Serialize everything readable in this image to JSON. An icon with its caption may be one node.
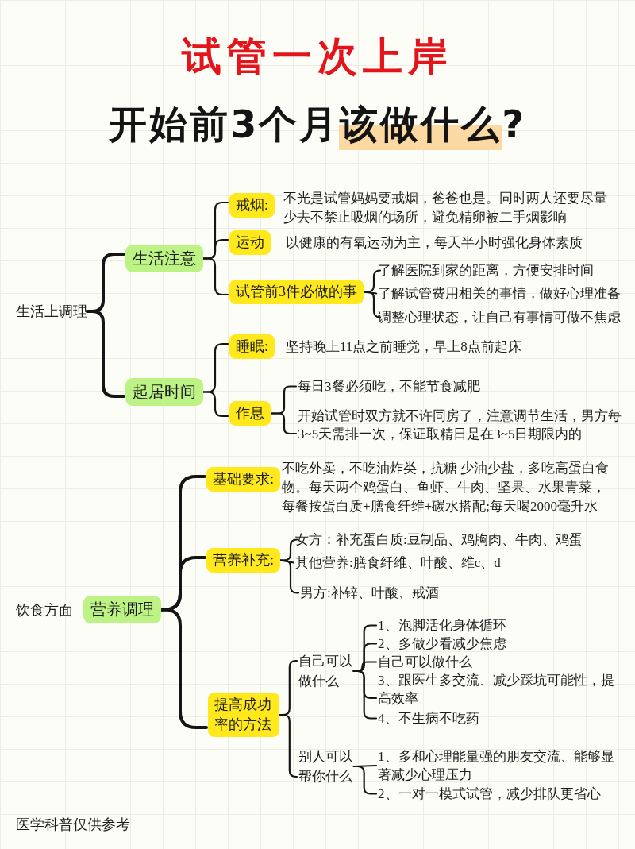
{
  "diagram": {
    "title": "试管一次上岸",
    "nodes": [
      {
        "text": [
          "生活上调理"
        ]
      },
      {
        "text": [
          "生活注意"
        ]
      },
      {
        "text": [
          "戒烟:"
        ],
        "beside": [
          "不光是试管妈妈要戒烟，爸爸也是。同时两人还要尽量少去不禁止吸烟的场所，避免精卵被二手烟影响"
        ]
      },
      {
        "text": [
          "运动"
        ],
        "beside": [
          "以健康的有氧运动为主，每天半小时强化身体素质"
        ]
      },
      {
        "text": [
          "试管前3件必做的事"
        ]
      },
      {
        "text": [
          "了解医院到家的距离，方便安排时间"
        ]
      },
      {
        "text": [
          "了解试管费用相关的事情，做好心理准备"
        ]
      },
      {
        "text": [
          "调整心理状态，让自己有事情可做不焦虑"
        ]
      },
      {
        "text": [
          "起居时间"
        ]
      },
      {
        "text": [
          "睡眠:"
        ],
        "beside": [
          "坚持晚上11点之前睡觉，早上8点前起床"
        ]
      },
      {
        "text": [
          "作息"
        ]
      },
      {
        "text": [
          "每日3餐必须吃，不能节食减肥"
        ]
      },
      {
        "text": [
          "开始试管时双方就不许同房了，注意调节生活，男方每3~5天需排一次，保证取精日是在3~5日期限内的"
        ]
      },
      {
        "text": [
          "营养调理"
        ],
        "beside": [
          "饮食方面"
        ]
      },
      {
        "text": [
          "基础要求:"
        ],
        "beside": [
          "不吃外卖，不吃油炸类，抗糖 少油少盐，多吃高蛋白食物。每天两个鸡蛋白、鱼虾、牛肉、坚果、水果青菜，每餐按蛋白质+膳食纤维+碳水搭配;每天喝2000毫升水"
        ]
      },
      {
        "text": [
          "营养补充:"
        ]
      },
      {
        "text": [
          "女方：补充蛋白质:豆制品、鸡胸肉、牛肉、鸡蛋"
        ]
      },
      {
        "text": [
          "其他营养:膳食纤维、叶酸、维c、d"
        ]
      },
      {
        "text": [
          "男方:补锌、叶酸、戒酒"
        ]
      },
      {
        "text": [
          "提高成功率的方法"
        ]
      },
      {
        "text": [
          "自己可以做什么"
        ]
      },
      {
        "text": [
          "1、泡脚活化身体循环"
        ]
      },
      {
        "text": [
          "2、多做少看减少焦虑"
        ]
      },
      {
        "text": [
          "自己可以做什么"
        ]
      },
      {
        "text": [
          "3、跟医生多交流、减少踩坑可能性，提高效率"
        ]
      },
      {
        "text": [
          "4、不生病不吃药"
        ]
      },
      {
        "text": [
          "别人可以帮你什么"
        ]
      },
      {
        "text": [
          "1、多和心理能量强的朋友交流、能够显著减少心理压力"
        ]
      },
      {
        "text": [
          "2、一对一模式试管，减少排队更省心"
        ]
      }
    ],
    "edges": [
      {
        "from": 0,
        "to": 1,
        "arrow": "none",
        "style": "thick"
      },
      {
        "from": 0,
        "to": 8,
        "arrow": "none",
        "style": "thick"
      },
      {
        "from": 1,
        "to": 2,
        "arrow": "none"
      },
      {
        "from": 1,
        "to": 3,
        "arrow": "none"
      },
      {
        "from": 1,
        "to": 4,
        "arrow": "none"
      },
      {
        "from": 4,
        "to": 5,
        "arrow": "none"
      },
      {
        "from": 4,
        "to": 6,
        "arrow": "none"
      },
      {
        "from": 4,
        "to": 7,
        "arrow": "none"
      },
      {
        "from": 8,
        "to": 9,
        "arrow": "none"
      },
      {
        "from": 8,
        "to": 10,
        "arrow": "none"
      },
      {
        "from": 10,
        "to": 11,
        "arrow": "none"
      },
      {
        "from": 10,
        "to": 12,
        "arrow": "none"
      },
      {
        "from": 13,
        "to": 14,
        "arrow": "none",
        "style": "thick"
      },
      {
        "from": 13,
        "to": 15,
        "arrow": "none",
        "style": "thick"
      },
      {
        "from": 13,
        "to": 19,
        "arrow": "none",
        "style": "thick"
      },
      {
        "from": 15,
        "to": 16,
        "arrow": "none"
      },
      {
        "from": 15,
        "to": 17,
        "arrow": "none"
      },
      {
        "from": 15,
        "to": 18,
        "arrow": "none"
      },
      {
        "from": 19,
        "to": 20,
        "arrow": "none"
      },
      {
        "from": 19,
        "to": 26,
        "arrow": "none"
      },
      {
        "from": 20,
        "to": 21,
        "arrow": "none"
      },
      {
        "from": 20,
        "to": 22,
        "arrow": "none"
      },
      {
        "from": 20,
        "to": 23,
        "arrow": "none"
      },
      {
        "from": 20,
        "to": 24,
        "arrow": "none"
      },
      {
        "from": 20,
        "to": 25,
        "arrow": "none"
      },
      {
        "from": 26,
        "to": 27,
        "arrow": "none"
      },
      {
        "from": 26,
        "to": 28,
        "arrow": "none"
      }
    ],
    "labels": [
      "开始前3个月该做什么?",
      "医学科普仅供参考"
    ]
  }
}
